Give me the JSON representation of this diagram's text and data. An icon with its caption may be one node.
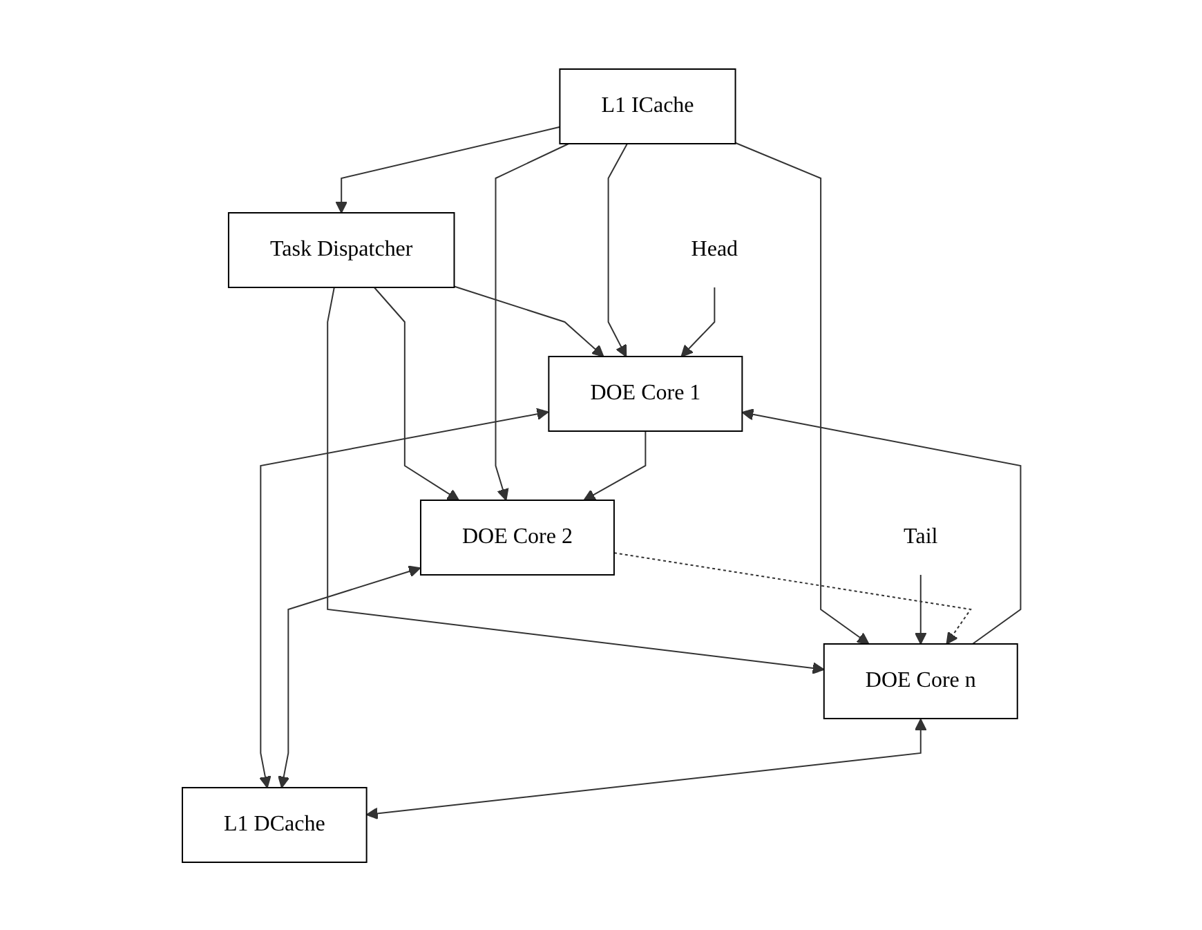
{
  "diagram": {
    "nodes": [
      {
        "text": [
          "Task Dispatcher"
        ]
      },
      {
        "text": [
          "L1 ICache"
        ]
      },
      {
        "text": [
          "Head"
        ]
      },
      {
        "text": [
          "Tail"
        ]
      },
      {
        "text": [
          "DOE Core 1"
        ]
      },
      {
        "text": [
          "DOE Core 2"
        ]
      },
      {
        "text": [
          "DOE Core n"
        ]
      },
      {
        "text": [
          "L1 DCache"
        ]
      }
    ],
    "edges": [
      {
        "from": 1,
        "to": 0,
        "arrow": "to"
      },
      {
        "from": 0,
        "to": 4,
        "arrow": "to"
      },
      {
        "from": 0,
        "to": 5,
        "arrow": "to"
      },
      {
        "from": 0,
        "to": 6,
        "arrow": "to"
      },
      {
        "from": 1,
        "to": 4,
        "arrow": "to"
      },
      {
        "from": 1,
        "to": 5,
        "arrow": "to"
      },
      {
        "from": 1,
        "to": 6,
        "arrow": "to"
      },
      {
        "from": 2,
        "to": 4,
        "arrow": "to"
      },
      {
        "from": 3,
        "to": 6,
        "arrow": "to"
      },
      {
        "from": 4,
        "to": 5,
        "arrow": "to"
      },
      {
        "from": 5,
        "to": 6,
        "arrow": "to",
        "style": "dashed"
      },
      {
        "from": 6,
        "to": 4,
        "arrow": "to"
      },
      {
        "from": 4,
        "to": 7,
        "arrow": "both"
      },
      {
        "from": 5,
        "to": 7,
        "arrow": "both"
      },
      {
        "from": 6,
        "to": 7,
        "arrow": "both"
      }
    ]
  }
}
